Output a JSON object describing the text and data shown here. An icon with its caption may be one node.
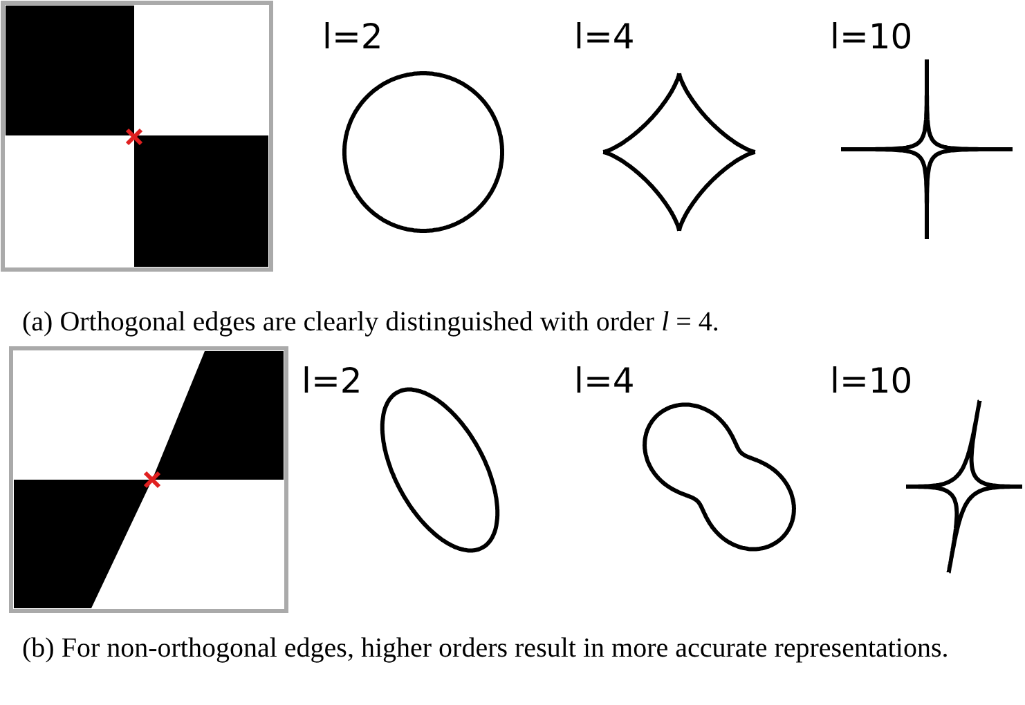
{
  "diagram": {
    "labels": [
      "l=2",
      "l=4",
      "l=10",
      "(a) Orthogonal edges are clearly distinguished with order *l* = 4.",
      "l=2",
      "l=4",
      "l=10",
      "(b) For non-orthogonal edges, higher orders result in more accurate representations."
    ]
  }
}
